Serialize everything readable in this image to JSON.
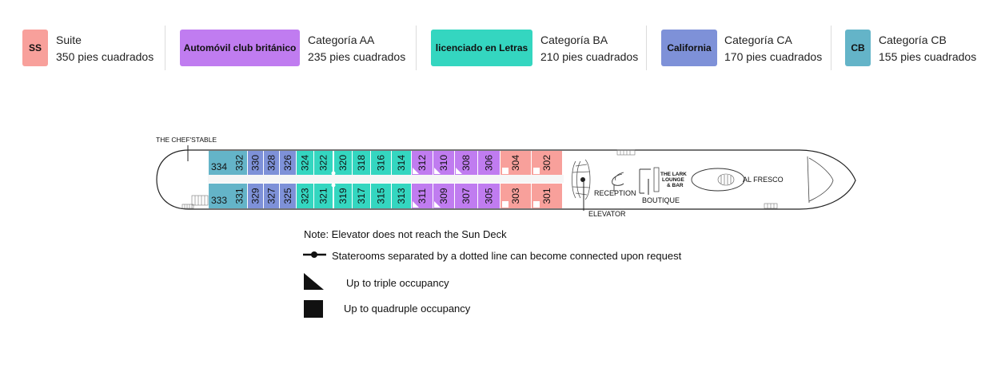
{
  "legend": [
    {
      "code": "SS",
      "name": "Suite",
      "size": "350 pies cuadrados",
      "color": "#f8a09b"
    },
    {
      "code": "Automóvil club británico",
      "name": "Categoría AA",
      "size": "235 pies cuadrados",
      "color": "#c07cf0"
    },
    {
      "code": "licenciado en Letras",
      "name": "Categoría BA",
      "size": "210 pies cuadrados",
      "color": "#34d6c0"
    },
    {
      "code": "California",
      "name": "Categoría CA",
      "size": "170 pies cuadrados",
      "color": "#7e91d8"
    },
    {
      "code": "CB",
      "name": "Categoría CB",
      "size": "155 pies cuadrados",
      "color": "#64b4c8"
    }
  ],
  "deck": {
    "labels": {
      "chefs_table": "THE CHEF'STABLE",
      "elevator": "ELEVATOR",
      "reception": "RECEPTION",
      "boutique": "BOUTIQUE",
      "lounge_1": "THE LARK",
      "lounge_2": "LOUNGE",
      "lounge_3": "& BAR",
      "al_fresco": "AL FRESCO"
    },
    "top_rooms": [
      {
        "num": "334",
        "cat": "CB"
      },
      {
        "num": "332",
        "cat": "CB"
      },
      {
        "num": "330",
        "cat": "CA"
      },
      {
        "num": "328",
        "cat": "CA"
      },
      {
        "num": "326",
        "cat": "CA"
      },
      {
        "num": "324",
        "cat": "BA"
      },
      {
        "num": "322",
        "cat": "BA"
      },
      {
        "num": "320",
        "cat": "BA"
      },
      {
        "num": "318",
        "cat": "BA"
      },
      {
        "num": "316",
        "cat": "BA"
      },
      {
        "num": "314",
        "cat": "BA"
      },
      {
        "num": "312",
        "cat": "AA"
      },
      {
        "num": "310",
        "cat": "AA"
      },
      {
        "num": "308",
        "cat": "AA"
      },
      {
        "num": "306",
        "cat": "AA"
      },
      {
        "num": "304",
        "cat": "SS"
      },
      {
        "num": "302",
        "cat": "SS"
      }
    ],
    "bottom_rooms": [
      {
        "num": "333",
        "cat": "CB"
      },
      {
        "num": "331",
        "cat": "CB"
      },
      {
        "num": "329",
        "cat": "CA"
      },
      {
        "num": "327",
        "cat": "CA"
      },
      {
        "num": "325",
        "cat": "CA"
      },
      {
        "num": "323",
        "cat": "BA"
      },
      {
        "num": "321",
        "cat": "BA"
      },
      {
        "num": "319",
        "cat": "BA"
      },
      {
        "num": "317",
        "cat": "BA"
      },
      {
        "num": "315",
        "cat": "BA"
      },
      {
        "num": "313",
        "cat": "BA"
      },
      {
        "num": "311",
        "cat": "AA"
      },
      {
        "num": "309",
        "cat": "AA"
      },
      {
        "num": "307",
        "cat": "AA"
      },
      {
        "num": "305",
        "cat": "AA"
      },
      {
        "num": "303",
        "cat": "SS"
      },
      {
        "num": "301",
        "cat": "SS"
      }
    ]
  },
  "notes": {
    "elevator_note": "Note: Elevator does not reach the Sun Deck",
    "connected_note": "Staterooms separated by a dotted line can become connected upon request",
    "triple_note": "Up to triple occupancy",
    "quad_note": "Up to quadruple occupancy"
  }
}
